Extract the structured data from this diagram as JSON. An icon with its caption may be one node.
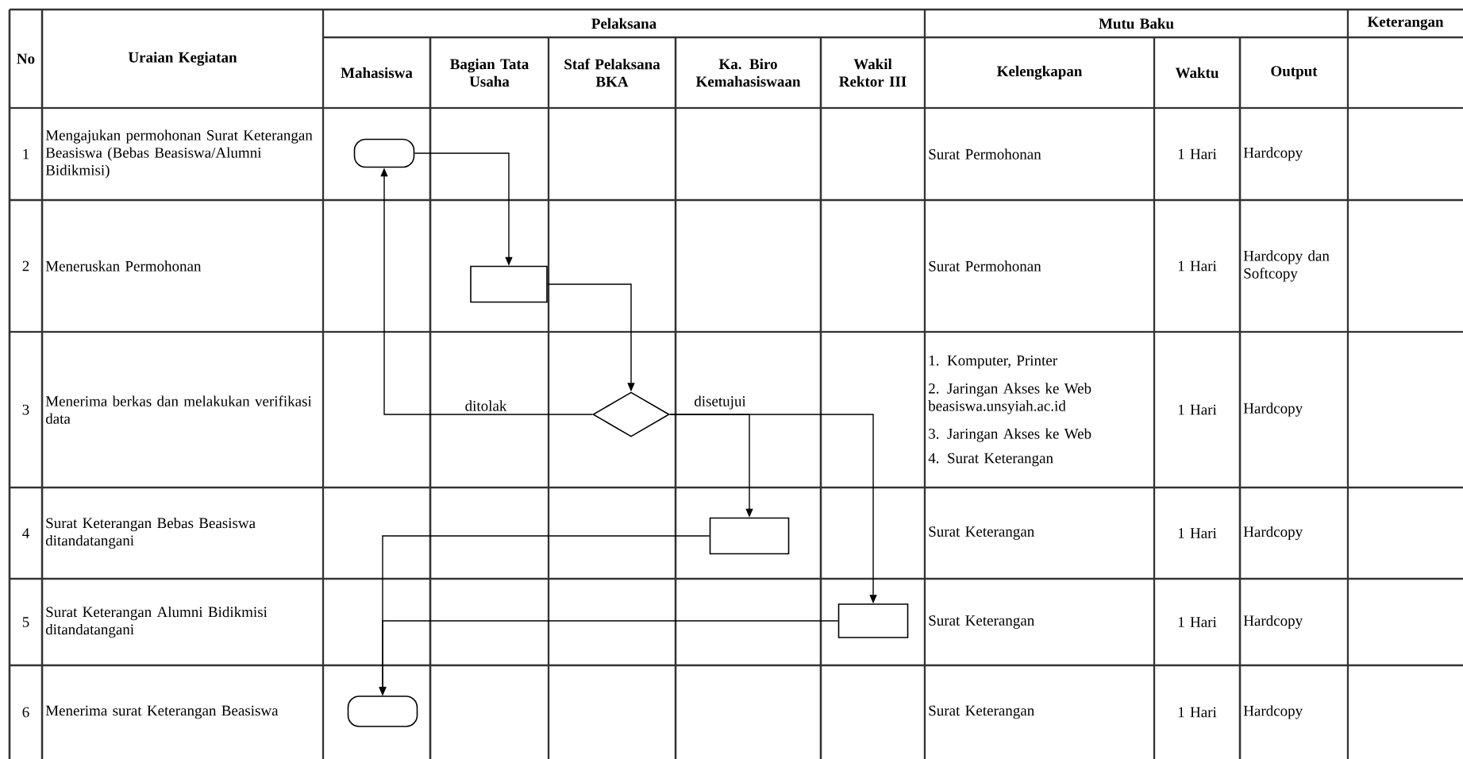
{
  "diagram": {
    "nodes": [
      {
        "text": [],
        "shape": "terminal"
      },
      {
        "text": [],
        "shape": "box"
      },
      {
        "text": [],
        "shape": "diamond"
      },
      {
        "text": [],
        "shape": "box"
      },
      {
        "text": [],
        "shape": "box"
      },
      {
        "text": [],
        "shape": "terminal"
      }
    ],
    "edges": [
      {
        "from": 0,
        "to": 1,
        "arrow": "to"
      },
      {
        "from": 1,
        "to": 2,
        "arrow": "to"
      },
      {
        "from": 2,
        "to": 0,
        "arrow": "to",
        "label": "ditolak"
      },
      {
        "from": 2,
        "to": 3,
        "arrow": "to",
        "label": "disetujui"
      },
      {
        "from": 2,
        "to": 4,
        "arrow": "to"
      },
      {
        "from": 3,
        "to": 5,
        "arrow": "to"
      },
      {
        "from": 4,
        "to": 5,
        "arrow": "to"
      }
    ],
    "labels": [
      "No",
      "Uraian Kegiatan",
      "Pelaksana",
      "Mutu Baku",
      "Keterangan",
      "Mahasiswa",
      "Bagian Tata Usaha",
      "Staf Pelaksana BKA",
      "Ka. Biro Kemahasiswaan",
      "Wakil Rektor III",
      "Kelengkapan",
      "Waktu",
      "Output",
      "1",
      "Mengajukan permohonan Surat Keterangan Beasiswa (Bebas Beasiswa/Alumni Bidikmisi)",
      "Surat Permohonan",
      "1 Hari",
      "Hardcopy",
      "2",
      "Meneruskan Permohonan",
      "Surat Permohonan",
      "1 Hari",
      "Hardcopy dan Softcopy",
      "3",
      "Menerima berkas dan melakukan verifikasi data",
      "1. Komputer, Printer",
      "2. Jaringan Akses ke Web beasiswa.unsyiah.ac.id",
      "3. Jaringan Akses ke Web",
      "4. Surat Keterangan",
      "1 Hari",
      "Hardcopy",
      "4",
      "Surat Keterangan Bebas Beasiswa ditandatangani",
      "Surat Keterangan",
      "1 Hari",
      "Hardcopy",
      "5",
      "Surat Keterangan Alumni Bidikmisi ditandatangani",
      "Surat Keterangan",
      "1 Hari",
      "Hardcopy",
      "6",
      "Menerima surat Keterangan Beasiswa",
      "Surat Keterangan",
      "1 Hari",
      "Hardcopy"
    ]
  }
}
